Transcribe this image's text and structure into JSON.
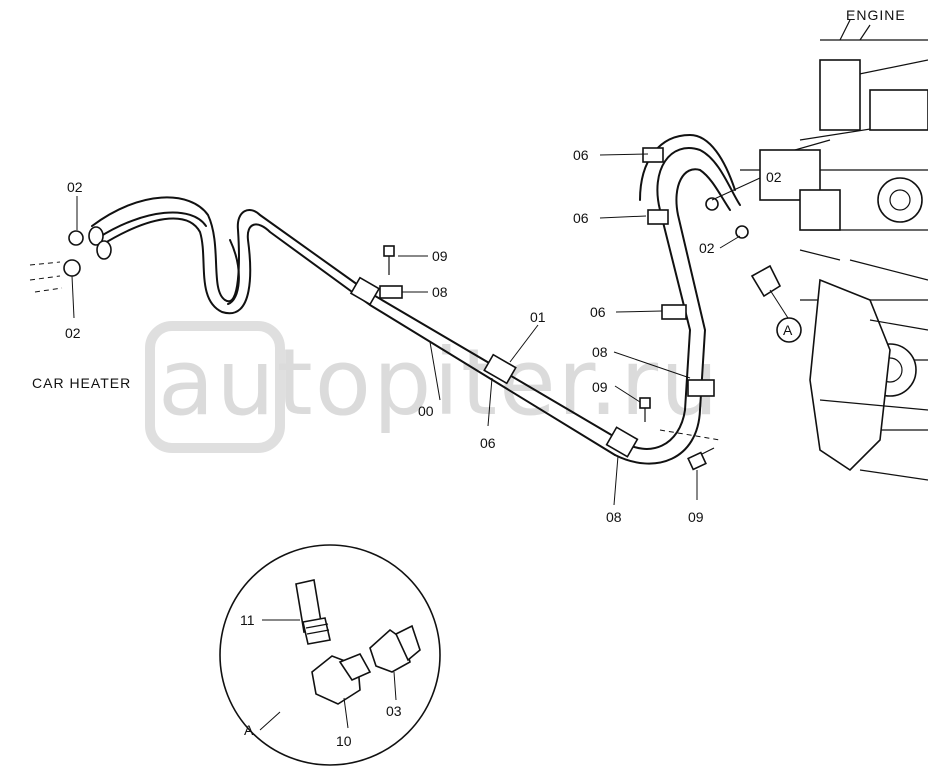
{
  "labels": {
    "engine": "ENGINE",
    "car_heater": "CAR HEATER",
    "watermark": "autopiter.ru",
    "detail_ref": "A",
    "detail_title": "A",
    "p00": "00",
    "p01": "01",
    "p02_a": "02",
    "p02_b": "02",
    "p02_c": "02",
    "p02_d": "02",
    "p03": "03",
    "p06_a": "06",
    "p06_b": "06",
    "p06_c": "06",
    "p06_d": "06",
    "p08_a": "08",
    "p08_b": "08",
    "p08_c": "08",
    "p09_a": "09",
    "p09_b": "09",
    "p09_c": "09",
    "p10": "10",
    "p11": "11"
  }
}
